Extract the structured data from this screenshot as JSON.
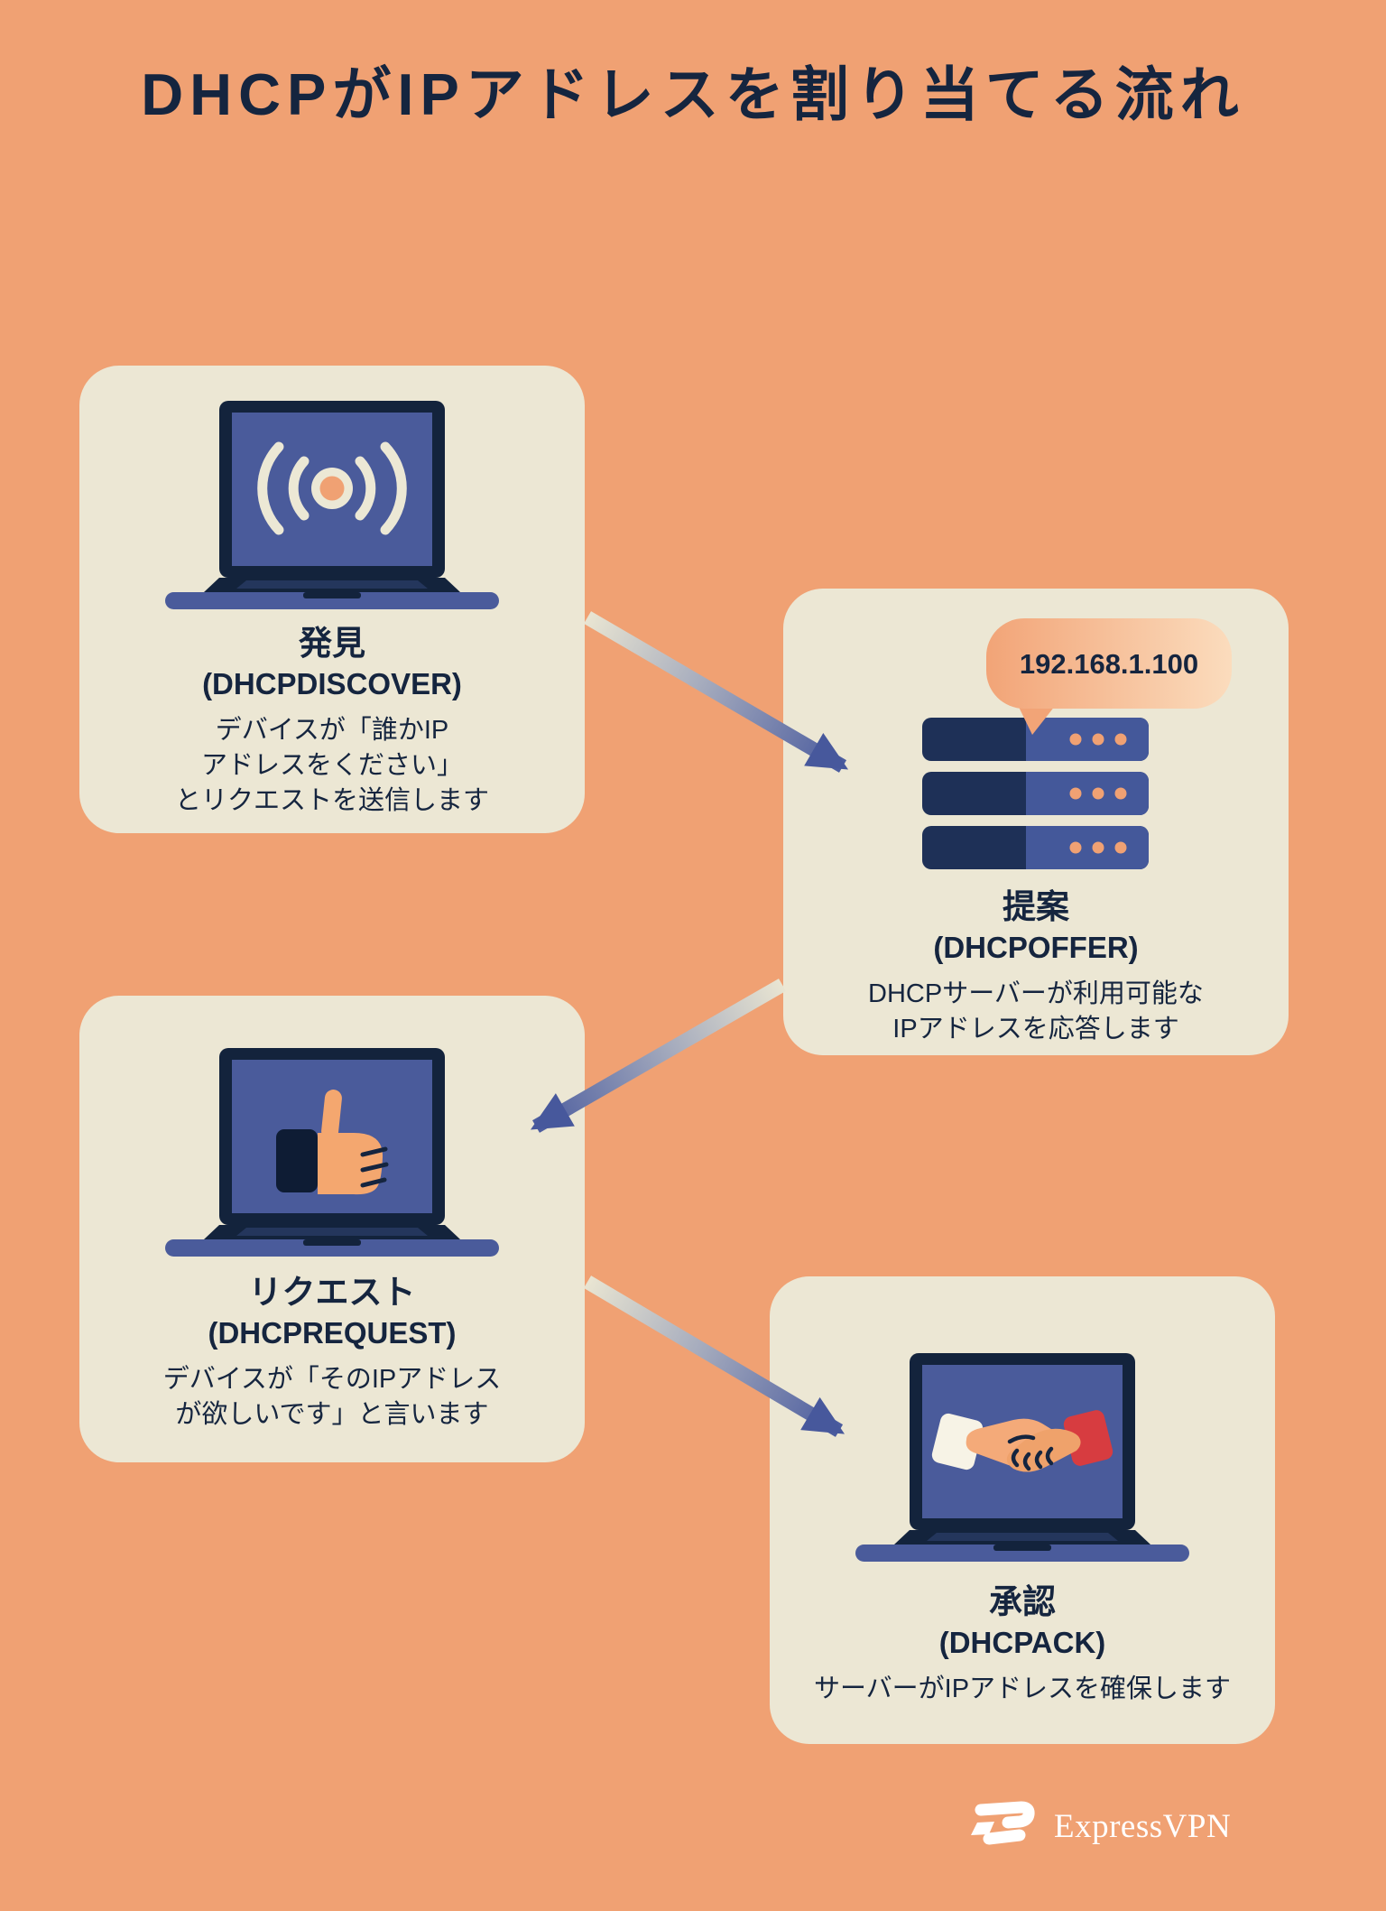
{
  "title": "DHCPがIPアドレスを割り当てる流れ",
  "steps": [
    {
      "title": "発見",
      "code": "(DHCPDISCOVER)",
      "desc": "デバイスが「誰かIP\nアドレスをください」\nとリクエストを送信します",
      "icon": "laptop-wifi-broadcast-icon"
    },
    {
      "title": "提案",
      "code": "(DHCPOFFER)",
      "desc": "DHCPサーバーが利用可能な\nIPアドレスを応答します",
      "icon": "dhcp-server-stack-icon",
      "bubble_ip": "192.168.1.100"
    },
    {
      "title": "リクエスト",
      "code": "(DHCPREQUEST)",
      "desc": "デバイスが「そのIPアドレス\nが欲しいです」と言います",
      "icon": "laptop-thumbs-up-icon"
    },
    {
      "title": "承認",
      "code": "(DHCPACK)",
      "desc": "サーバーがIPアドレスを確保します",
      "icon": "laptop-handshake-icon"
    }
  ],
  "brand": {
    "name": "ExpressVPN"
  },
  "colors": {
    "background": "#f0a173",
    "card": "#ece7d4",
    "text_navy": "#15253f",
    "screen_blue": "#4a5b9b",
    "server_blue": "#44589a",
    "server_dark": "#1e3057",
    "arrow_blue": "#47589c",
    "hand_peach": "#f4a76f",
    "sleeve_red": "#d73c40",
    "logo_white": "#ffffff"
  }
}
